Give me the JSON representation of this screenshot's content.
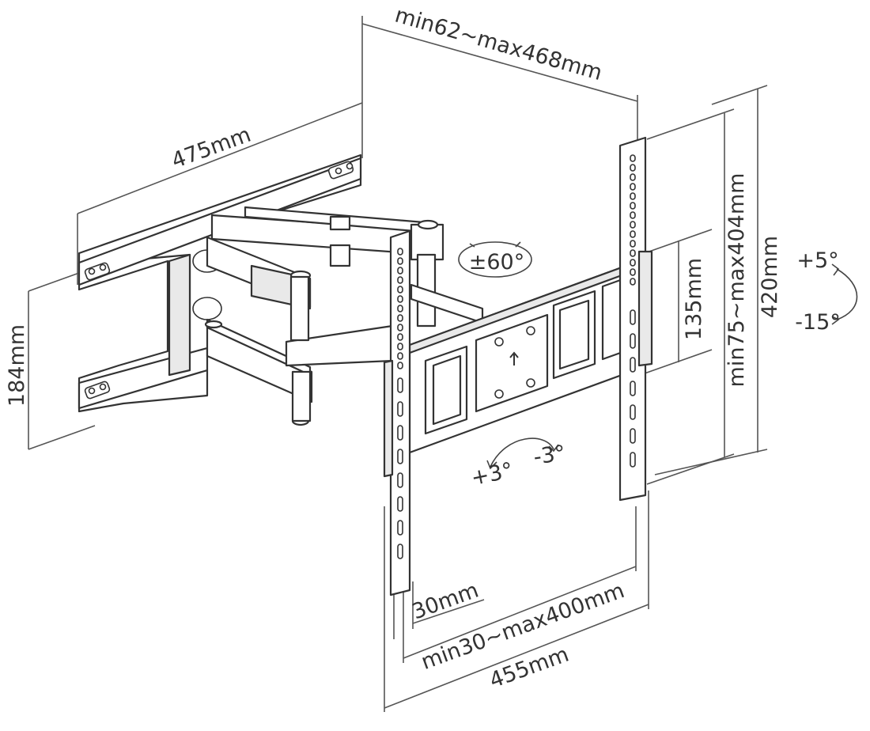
{
  "diagram": {
    "dimensions": {
      "top_depth": "min62~max468mm",
      "wall_plate_width": "475mm",
      "wall_plate_height": "184mm",
      "vesa_vertical_min": "135mm",
      "vesa_vertical_range": "min75~max404mm",
      "bracket_height": "420mm",
      "rail_offset": "30mm",
      "vesa_horizontal_range": "min30~max400mm",
      "bracket_width": "455mm"
    },
    "motion": {
      "swivel": "±60°",
      "tilt_up": "+5°",
      "tilt_down": "-15°",
      "level_plus": "+3°",
      "level_minus": "-3°"
    }
  }
}
